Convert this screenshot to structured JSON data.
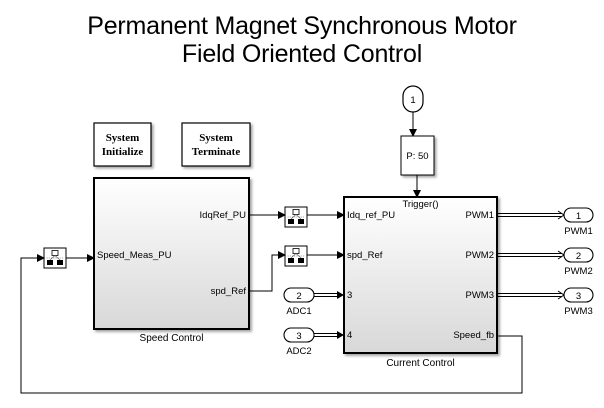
{
  "title": {
    "line1": "Permanent Magnet Synchronous Motor",
    "line2": "Field Oriented Control"
  },
  "blocks": {
    "system_initialize": {
      "line1": "System",
      "line2": "Initialize"
    },
    "system_terminate": {
      "line1": "System",
      "line2": "Terminate"
    },
    "speed_control": {
      "name": "Speed Control",
      "inputs": [
        "Speed_Meas_PU"
      ],
      "outputs": [
        "IdqRef_PU",
        "spd_Ref"
      ]
    },
    "current_control": {
      "name": "Current Control",
      "trigger": "Trigger()",
      "inputs": [
        "Idq_ref_PU",
        "spd_Ref",
        "3",
        "4"
      ],
      "outputs": [
        "PWM1",
        "PWM2",
        "PWM3",
        "Speed_fb"
      ]
    },
    "priority": {
      "label": "P: 50"
    },
    "trigger_inport": {
      "number": "1"
    },
    "inports": [
      {
        "number": "2",
        "name": "ADC1"
      },
      {
        "number": "3",
        "name": "ADC2"
      }
    ],
    "outports": [
      {
        "number": "1",
        "name": "PWM1"
      },
      {
        "number": "2",
        "name": "PWM2"
      },
      {
        "number": "3",
        "name": "PWM3"
      }
    ]
  },
  "icons": {
    "rate_transition": "rate-transition-icon"
  }
}
